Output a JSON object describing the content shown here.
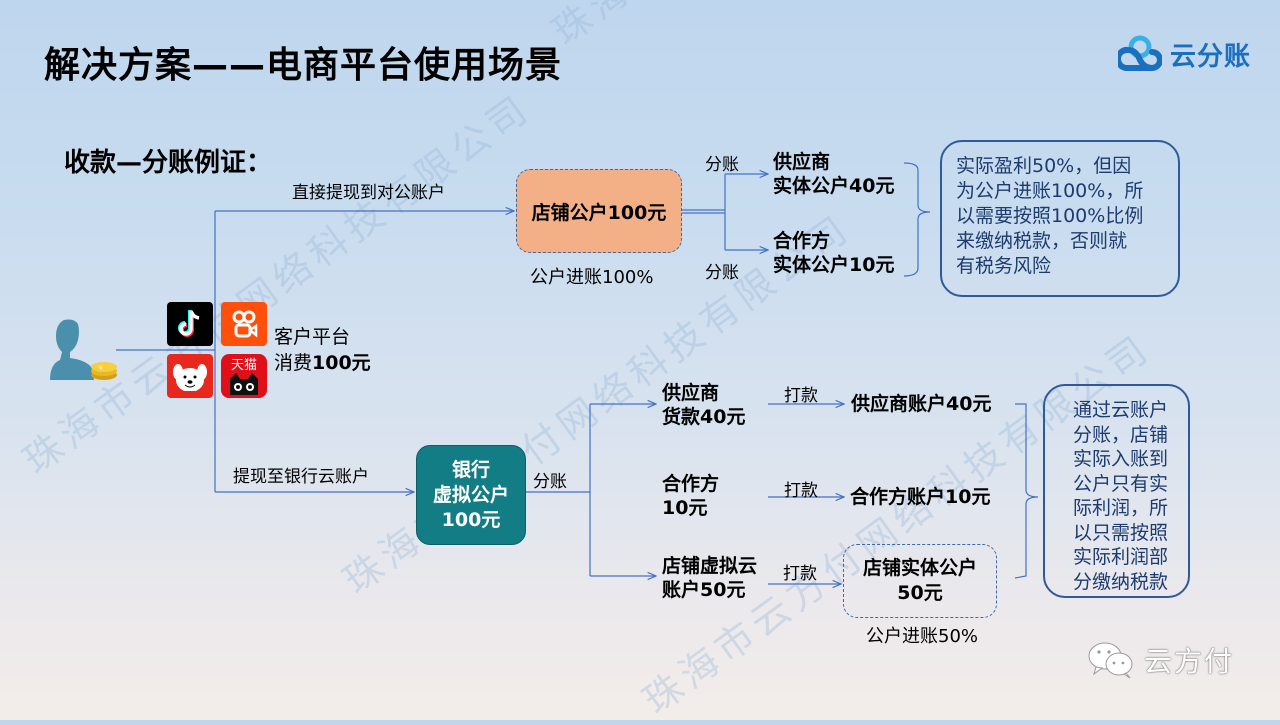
{
  "title": "解决方案——电商平台使用场景",
  "logo": {
    "text": "云分账",
    "icon": "cloud-logo-icon"
  },
  "subtitle": "收款—分账例证：",
  "watermark": "珠海市云方付网络科技有限公司",
  "customer": {
    "icon": "user-with-coins-icon",
    "platforms": [
      {
        "name": "douyin",
        "icon": "douyin-icon"
      },
      {
        "name": "kuaishou",
        "icon": "kuaishou-icon"
      },
      {
        "name": "jd",
        "icon": "jd-dog-icon"
      },
      {
        "name": "tmall",
        "icon": "tmall-cat-icon",
        "label": "天猫"
      }
    ],
    "label_line1": "客户平台",
    "label_line2_prefix": "消费",
    "label_line2_amount": "100元"
  },
  "upper_flow": {
    "path_label": "直接提现到对公账户",
    "shop_box": "店铺公户100元",
    "shop_caption": "公户进账100%",
    "split_label_top": "分账",
    "split_label_bottom": "分账",
    "supplier": {
      "line1": "供应商",
      "line2": "实体公户40元"
    },
    "partner": {
      "line1": "合作方",
      "line2": "实体公户10元"
    },
    "note": "实际盈利50%，但因为公户进账100%，所以需要按照100%比例来缴纳税款，否则就有税务风险",
    "note_lines": [
      "实际盈利50%，但因",
      "为公户进账100%，所",
      "以需要按照100%比例",
      "来缴纳税款，否则就",
      "有税务风险"
    ]
  },
  "lower_flow": {
    "path_label": "提现至银行云账户",
    "bank_box": {
      "line1": "银行",
      "line2": "虚拟公户",
      "line3": "100元"
    },
    "split_label": "分账",
    "rows": [
      {
        "source_line1": "供应商",
        "source_line2": "货款40元",
        "action": "打款",
        "target": "供应商账户40元"
      },
      {
        "source_line1": "合作方",
        "source_line2": "10元",
        "action": "打款",
        "target": "合作方账户10元"
      },
      {
        "source_line1": "店铺虚拟云",
        "source_line2": "账户50元",
        "action": "打款",
        "target_line1": "店铺实体公户",
        "target_line2": "50元"
      }
    ],
    "entity_caption": "公户进账50%",
    "note": "通过云账户分账，店铺实际入账到公户只有实际利润，所以只需按照实际利润部分缴纳税款"
  },
  "footer": {
    "icon": "wechat-icon",
    "text": "云方付"
  },
  "colors": {
    "line": "#4472c4",
    "shop_box": "#f3b087",
    "bank_box": "#137d86",
    "note_border": "#2f5a9a",
    "logo": "#1a6fbf"
  }
}
